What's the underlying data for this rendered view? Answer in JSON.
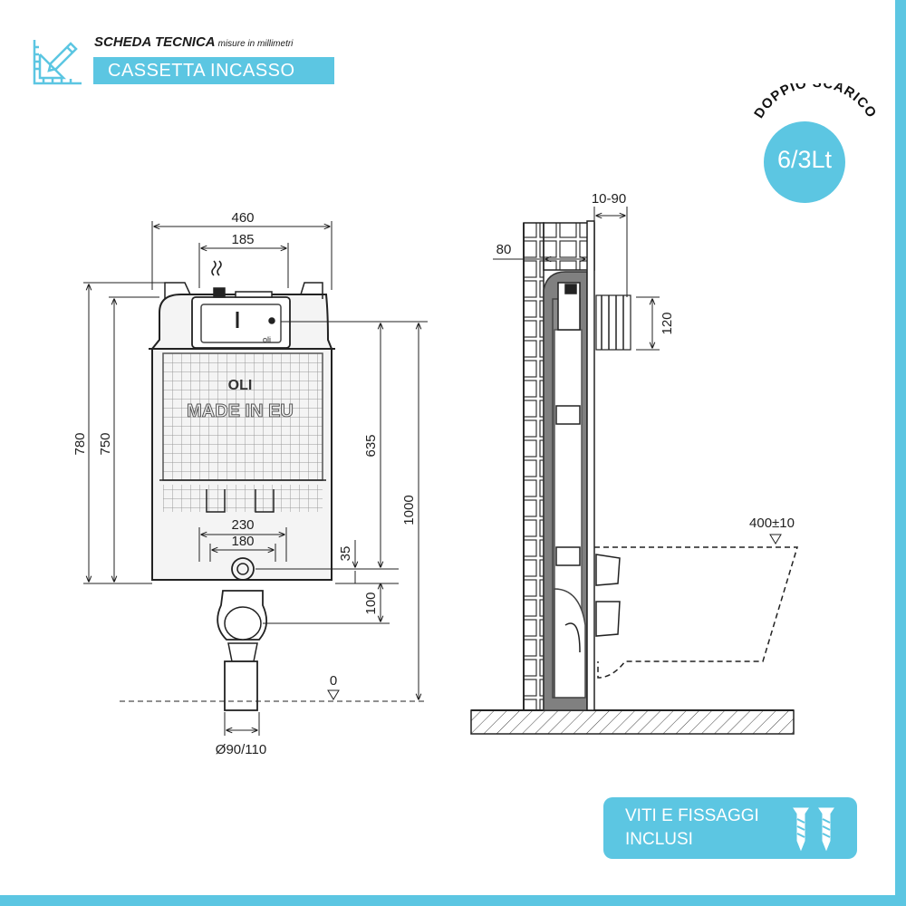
{
  "header": {
    "title": "SCHEDA TECNICA",
    "subtitle": "misure in millimetri",
    "banner": "CASSETTA INCASSO"
  },
  "badge": {
    "arc_text": "DOPPIO SCARICO",
    "value": "6/3Lt"
  },
  "front_view": {
    "dim_width_total": "460",
    "dim_width_top": "185",
    "dim_height_780": "780",
    "dim_height_750": "750",
    "dim_height_635": "635",
    "dim_height_1000": "1000",
    "dim_width_230": "230",
    "dim_width_180": "180",
    "dim_35": "35",
    "dim_100": "100",
    "dim_zero": "0",
    "dim_diameter": "Ø90/110",
    "logo_text": "OLI",
    "made_in_text": "MADE IN EU",
    "small_logo": "oli"
  },
  "side_view": {
    "dim_10_90": "10-90",
    "dim_80": "80",
    "dim_120": "120",
    "dim_400": "400±10"
  },
  "footer": {
    "line1": "VITI E FISSAGGI",
    "line2": "INCLUSI"
  },
  "colors": {
    "accent": "#5cc6e2",
    "ink": "#222222",
    "frame_gray": "#808080"
  }
}
